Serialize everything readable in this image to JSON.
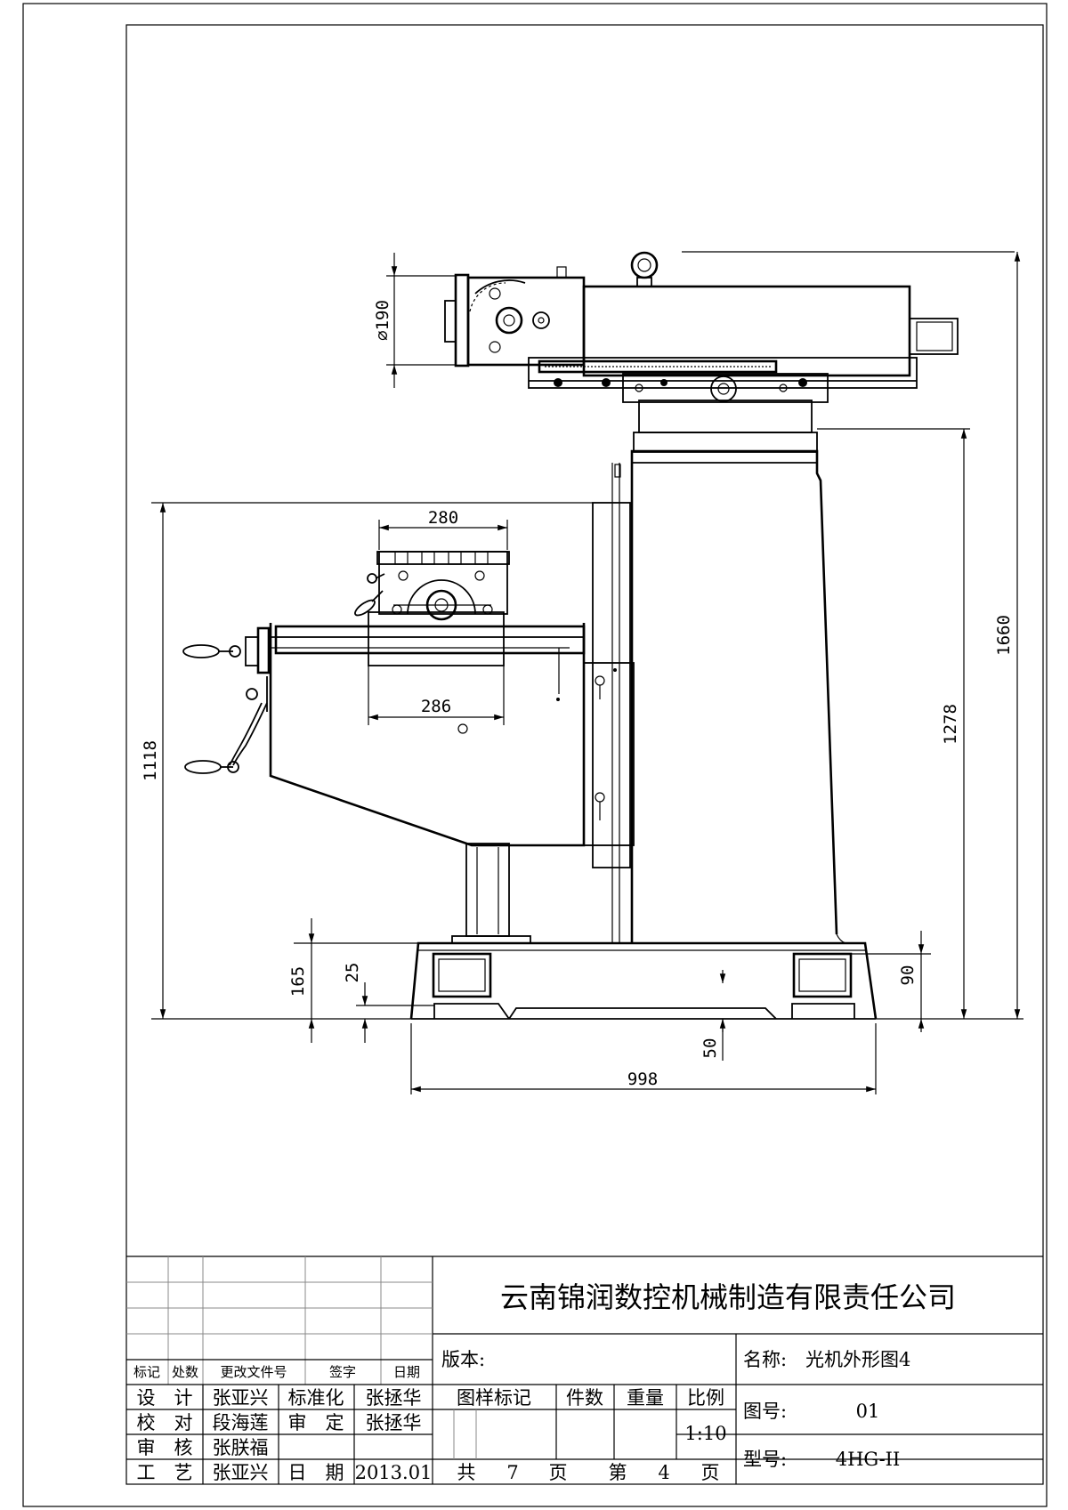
{
  "drawing": {
    "dimensions": {
      "d_phi190": "⌀190",
      "d_280": "280",
      "d_286": "286",
      "d_1118": "1118",
      "d_1660": "1660",
      "d_1278": "1278",
      "d_165": "165",
      "d_25": "25",
      "d_90": "90",
      "d_50": "50",
      "d_998": "998"
    }
  },
  "title_block": {
    "company": "云南锦润数控机械制造有限责任公司",
    "revision_headers": {
      "mark": "标记",
      "count": "处数",
      "doc_no": "更改文件号",
      "signature": "签字",
      "date": "日期"
    },
    "rows": {
      "design_label": "设　计",
      "design_name": "张亚兴",
      "standard_label": "标准化",
      "standard_name": "张拯华",
      "check_label": "校　对",
      "check_name": "段海莲",
      "approve_label": "审　定",
      "approve_name": "张拯华",
      "review_label": "审　核",
      "review_name": "张朕福",
      "process_label": "工　艺",
      "process_name": "张亚兴",
      "date_label": "日　期",
      "date_value": "2013.01"
    },
    "version_label": "版本:",
    "sample_mark": "图样标记",
    "pieces": "件数",
    "weight": "重量",
    "scale_label": "比例",
    "scale_value": "1:10",
    "pages": {
      "total_label": "共",
      "total_value": "7",
      "page_unit_1": "页",
      "current_label": "第",
      "current_value": "4",
      "page_unit_2": "页"
    },
    "name_label": "名称:",
    "name_value": "光机外形图4",
    "drawing_no_label": "图号:",
    "drawing_no_value": "01",
    "model_label": "型号:",
    "model_value": "4HG-II"
  }
}
